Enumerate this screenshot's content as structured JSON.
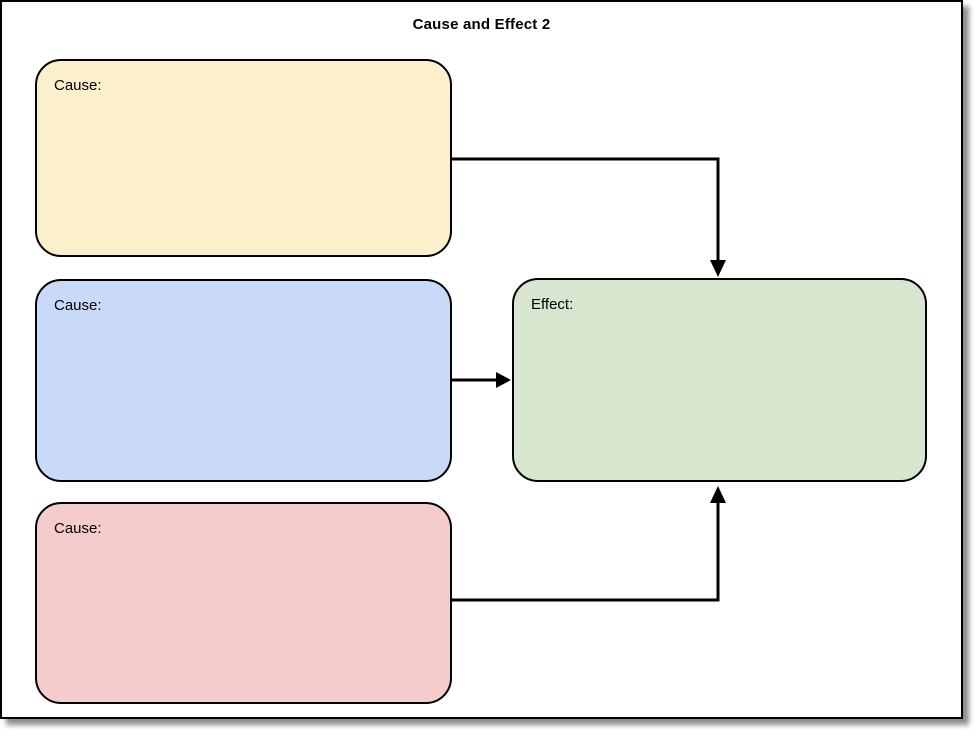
{
  "page": {
    "title": "Cause and Effect 2"
  },
  "diagram": {
    "type": "cause-and-effect",
    "boxes": [
      {
        "id": "cause-1",
        "label": "Cause:",
        "fill": "#FCEFCB",
        "position": "top-left"
      },
      {
        "id": "cause-2",
        "label": "Cause:",
        "fill": "#C9DAF8",
        "position": "middle-left"
      },
      {
        "id": "cause-3",
        "label": "Cause:",
        "fill": "#F4CCCC",
        "position": "bottom-left"
      },
      {
        "id": "effect",
        "label": "Effect:",
        "fill": "#D8E6D0",
        "position": "middle-right"
      }
    ],
    "connectors": [
      {
        "from": "cause-1",
        "to": "effect",
        "style": "elbow-down-into-top"
      },
      {
        "from": "cause-2",
        "to": "effect",
        "style": "straight-into-left"
      },
      {
        "from": "cause-3",
        "to": "effect",
        "style": "elbow-up-into-bottom"
      }
    ],
    "line_color": "#000000"
  }
}
